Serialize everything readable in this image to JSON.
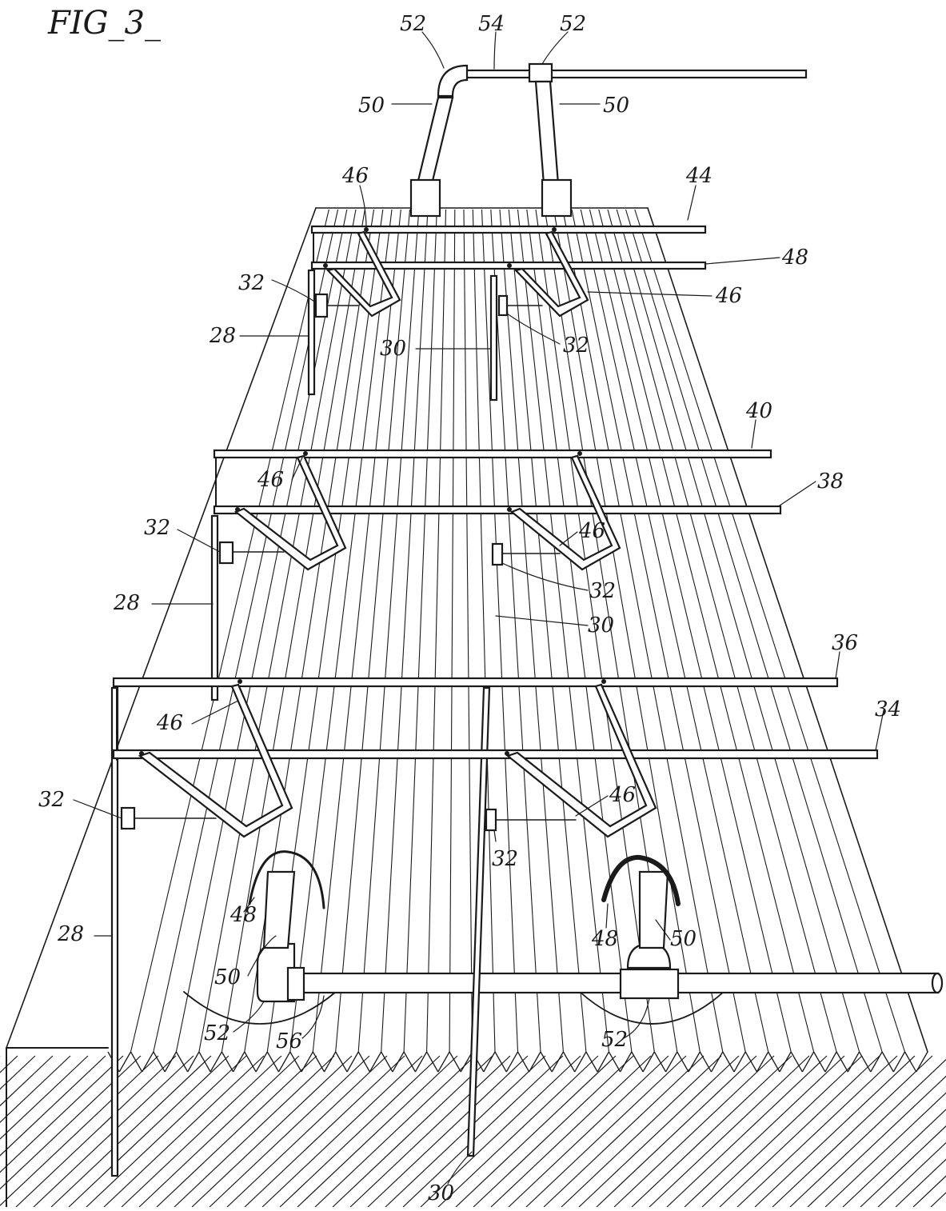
{
  "figure": {
    "title": "FIG_3_",
    "labels": {
      "l52a": "52",
      "l54": "54",
      "l52b": "52",
      "l50a": "50",
      "l50b": "50",
      "l46a": "46",
      "l44": "44",
      "l48a": "48",
      "l32a": "32",
      "l46b": "46",
      "l32b": "32",
      "l28a": "28",
      "l30a": "30",
      "l40": "40",
      "l46c": "46",
      "l38": "38",
      "l32c": "32",
      "l46d": "46",
      "l32d": "32",
      "l28b": "28",
      "l30b": "30",
      "l36": "36",
      "l46e": "46",
      "l34": "34",
      "l32e": "32",
      "l46f": "46",
      "l32f": "32",
      "l28c": "28",
      "l48b": "48",
      "l48c": "48",
      "l50c": "50",
      "l50d": "50",
      "l52c": "52",
      "l56": "56",
      "l52d": "52",
      "l30c": "30"
    }
  }
}
